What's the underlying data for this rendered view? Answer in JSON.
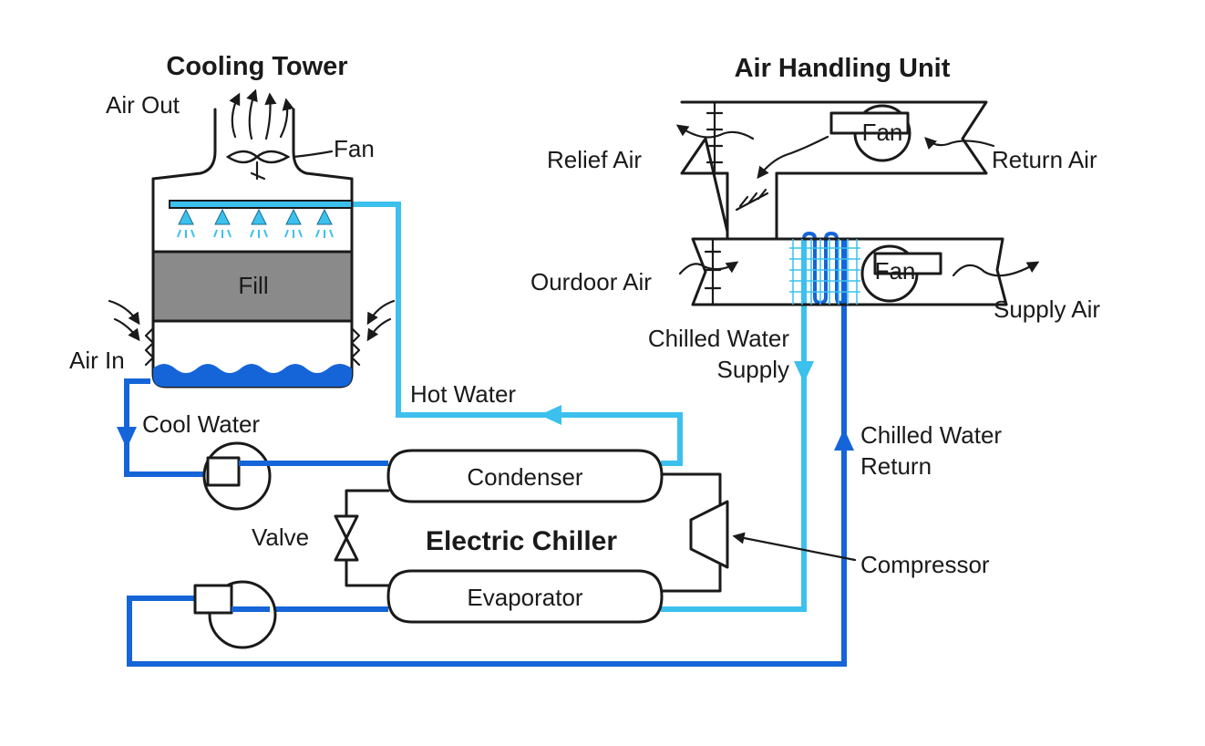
{
  "titles": {
    "cooling_tower": "Cooling Tower",
    "air_handling_unit": "Air Handling Unit",
    "electric_chiller": "Electric Chiller"
  },
  "labels": {
    "air_out": "Air Out",
    "fan_tower": "Fan",
    "fill": "Fill",
    "air_in": "Air In",
    "cool_water": "Cool Water",
    "hot_water": "Hot Water",
    "relief_air": "Relief Air",
    "return_air": "Return Air",
    "fan_return": "Fan",
    "fan_supply": "Fan",
    "outdoor_air": "Ourdoor Air",
    "supply_air": "Supply Air",
    "chilled_water_supply_1": "Chilled Water",
    "chilled_water_supply_2": "Supply",
    "chilled_water_return_1": "Chilled Water",
    "chilled_water_return_2": "Return",
    "condenser": "Condenser",
    "evaporator": "Evaporator",
    "valve": "Valve",
    "compressor": "Compressor"
  },
  "colors": {
    "hot_water_line": "#3cc0ee",
    "cold_water_line": "#1565d8",
    "fill_media": "#8a8a8a",
    "basin_water": "#1565d8",
    "outline": "#1a1a1a"
  }
}
